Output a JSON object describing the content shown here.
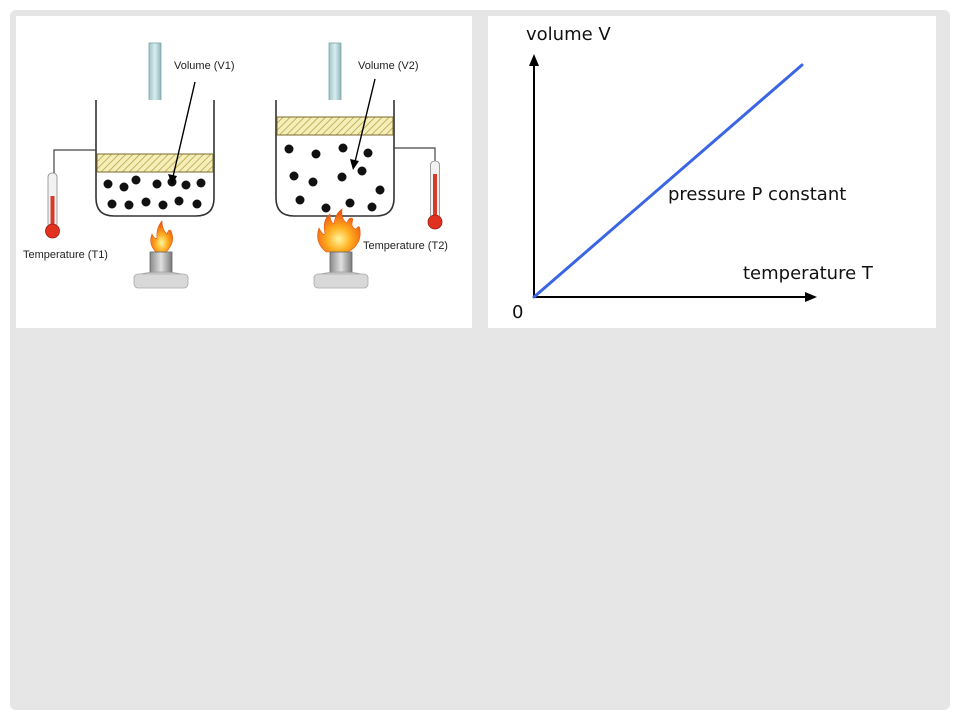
{
  "apparatus": {
    "left_volume_label": "Volume (V1)",
    "right_volume_label": "Volume (V2)",
    "left_temperature_label": "Temperature (T1)",
    "right_temperature_label": "Temperature (T2)"
  },
  "graph": {
    "y_axis_label": "volume V",
    "x_axis_label": "temperature T",
    "origin_label": "0",
    "line_label": "pressure P constant",
    "line_color": "#3a66e6"
  }
}
